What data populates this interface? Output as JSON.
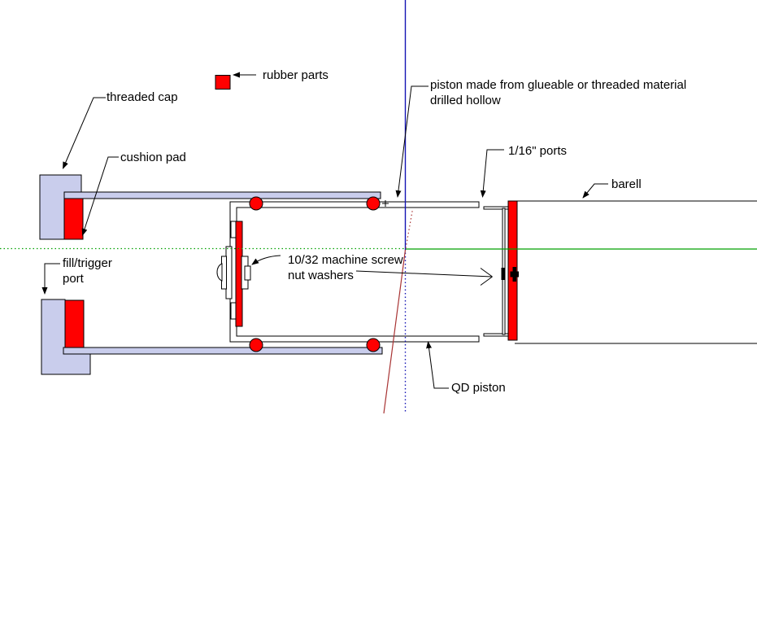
{
  "diagram": {
    "labels": {
      "threaded_cap": "threaded cap",
      "cushion_pad": "cushion pad",
      "rubber_parts": "rubber parts",
      "piston_line1": "piston made from glueable or threaded material",
      "piston_line2": "drilled hollow",
      "ports": "1/16\" ports",
      "barell": "barell",
      "machine_screw_line1": "10/32 machine screw",
      "machine_screw_line2": "nut washers",
      "fill_trigger_line1": "fill/trigger",
      "fill_trigger_line2": "port",
      "qd_piston": "QD piston"
    },
    "colors": {
      "rubber": "#ff0000",
      "metal": "#c9cdec",
      "axis_blue": "#1414b4",
      "axis_green": "#00a000",
      "axis_red": "#a83434"
    }
  }
}
